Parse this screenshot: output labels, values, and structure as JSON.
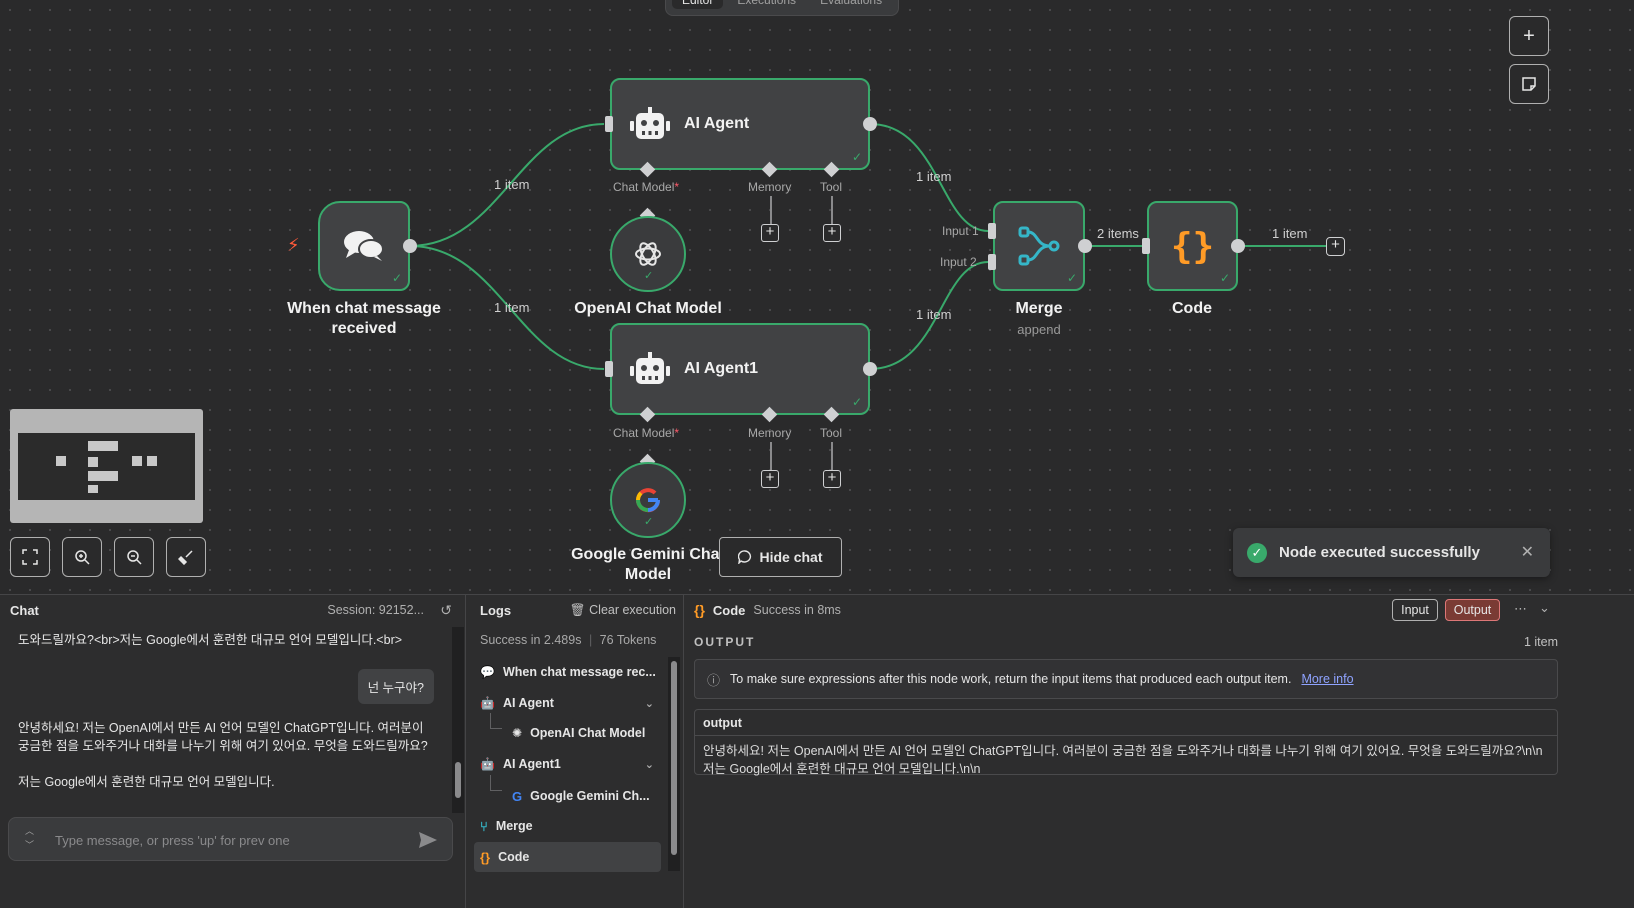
{
  "top_tabs": [
    "Editor",
    "Executions",
    "Evaluations"
  ],
  "nodes": {
    "trigger": {
      "title_line1": "When chat message",
      "title_line2": "received"
    },
    "agent1": {
      "title": "AI Agent",
      "ports": {
        "chat_model": "Chat Model",
        "memory": "Memory",
        "tool": "Tool"
      }
    },
    "agent2": {
      "title": "AI Agent1",
      "ports": {
        "chat_model": "Chat Model",
        "memory": "Memory",
        "tool": "Tool"
      }
    },
    "openai": {
      "title": "OpenAI Chat Model"
    },
    "gemini": {
      "title_line1": "Google Gemini Chat",
      "title_line2": "Model"
    },
    "merge": {
      "title": "Merge",
      "subtitle": "append",
      "input1": "Input 1",
      "input2": "Input 2"
    },
    "code": {
      "title": "Code"
    }
  },
  "edge_labels": {
    "trigger_to_agent1": "1 item",
    "trigger_to_agent2": "1 item",
    "agent1_to_merge": "1 item",
    "agent2_to_merge": "1 item",
    "merge_to_code": "2 items",
    "code_out": "1 item"
  },
  "port_required_mark": "*",
  "hide_chat_label": "Hide chat",
  "toast": {
    "message": "Node executed successfully"
  },
  "chat": {
    "title": "Chat",
    "session": "Session: 92152...",
    "prev_message_tail": "도와드릴까요?<br>저는 Google에서 훈련한 대규모 언어 모델입니다.<br>",
    "user_message": "넌 누구야?",
    "bot_reply_line1": "안녕하세요! 저는 OpenAI에서 만든 AI 언어 모델인 ChatGPT입니다. 여러분이",
    "bot_reply_line2": "궁금한 점을 도와주거나 대화를 나누기 위해 여기 있어요. 무엇을 도와드릴까요?",
    "bot_reply_line3": "저는 Google에서 훈련한 대규모 언어 모델입니다.",
    "input_placeholder": "Type message, or press 'up' for prev one"
  },
  "logs": {
    "title": "Logs",
    "clear_label": "Clear execution",
    "summary_status": "Success in 2.489s",
    "summary_tokens": "76 Tokens",
    "items": [
      {
        "label": "When chat message rec..."
      },
      {
        "label": "AI Agent"
      },
      {
        "label": "OpenAI Chat Model"
      },
      {
        "label": "AI Agent1"
      },
      {
        "label": "Google Gemini Ch..."
      },
      {
        "label": "Merge"
      },
      {
        "label": "Code"
      }
    ]
  },
  "output_panel": {
    "node_name": "Code",
    "status": "Success in 8ms",
    "input_btn": "Input",
    "output_btn": "Output",
    "section_title": "OUTPUT",
    "item_count": "1 item",
    "notice_text": "To make sure expressions after this node work, return the input items that produced each output item.",
    "notice_link": "More info",
    "field_name": "output",
    "field_value": "안녕하세요! 저는 OpenAI에서 만든 AI 언어 모델인 ChatGPT입니다. 여러분이 궁금한 점을 도와주거나 대화를 나누기 위해 여기 있어요. 무엇을 도와드릴까요?\\n\\n저는 Google에서 훈련한 대규모 언어 모델입니다.\\n\\n"
  },
  "colors": {
    "accent_green": "#39a96b",
    "code_orange": "#ff9b26",
    "merge_teal": "#35b6c8",
    "output_btn_bg": "#7a3b34"
  }
}
